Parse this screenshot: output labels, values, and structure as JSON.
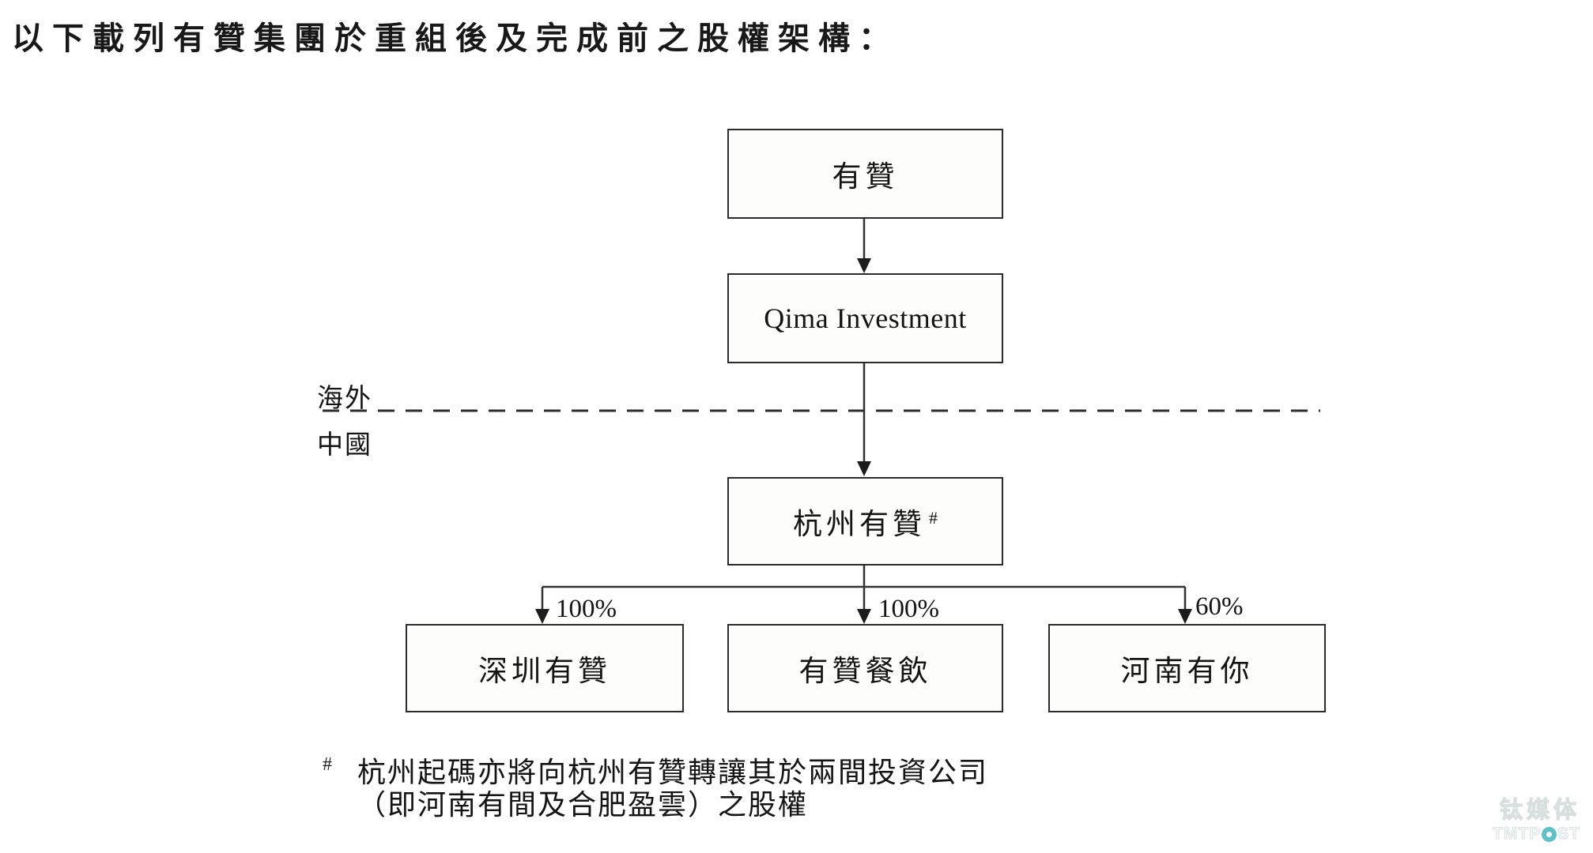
{
  "page": {
    "title": "以下載列有贊集團於重組後及完成前之股權架構："
  },
  "diagram": {
    "type": "equity-structure-org-chart",
    "region_divider": {
      "style": "dashed",
      "above_label": "海外",
      "below_label": "中國"
    },
    "nodes": [
      {
        "id": "youzan",
        "label": "有贊",
        "level": 1
      },
      {
        "id": "qima-investment",
        "label": "Qima Investment",
        "level": 2
      },
      {
        "id": "hangzhou-youzan",
        "label": "杭州有贊",
        "marker": "#",
        "level": 3
      },
      {
        "id": "shenzhen-youzan",
        "label": "深圳有贊",
        "level": 4,
        "ownership": "100%"
      },
      {
        "id": "youzan-catering",
        "label": "有贊餐飲",
        "level": 4,
        "ownership": "100%"
      },
      {
        "id": "henan-youni",
        "label": "河南有你",
        "level": 4,
        "ownership": "60%"
      }
    ],
    "edges": [
      {
        "from": "youzan",
        "to": "qima-investment",
        "label": ""
      },
      {
        "from": "qima-investment",
        "to": "hangzhou-youzan",
        "label": ""
      },
      {
        "from": "hangzhou-youzan",
        "to": "shenzhen-youzan",
        "label": "100%"
      },
      {
        "from": "hangzhou-youzan",
        "to": "youzan-catering",
        "label": "100%"
      },
      {
        "from": "hangzhou-youzan",
        "to": "henan-youni",
        "label": "60%"
      }
    ]
  },
  "footnote": {
    "marker": "#",
    "line1": "杭州起碼亦將向杭州有贊轉讓其於兩間投資公司",
    "line2": "（即河南有間及合肥盈雲）之股權"
  },
  "watermark": {
    "cn": "钛媒体",
    "en_pre": "TMTP",
    "en_post": "ST"
  },
  "colors": {
    "ink": "#1f1f1f",
    "line": "#333333",
    "watermark_teal": "#5ec1c7"
  }
}
